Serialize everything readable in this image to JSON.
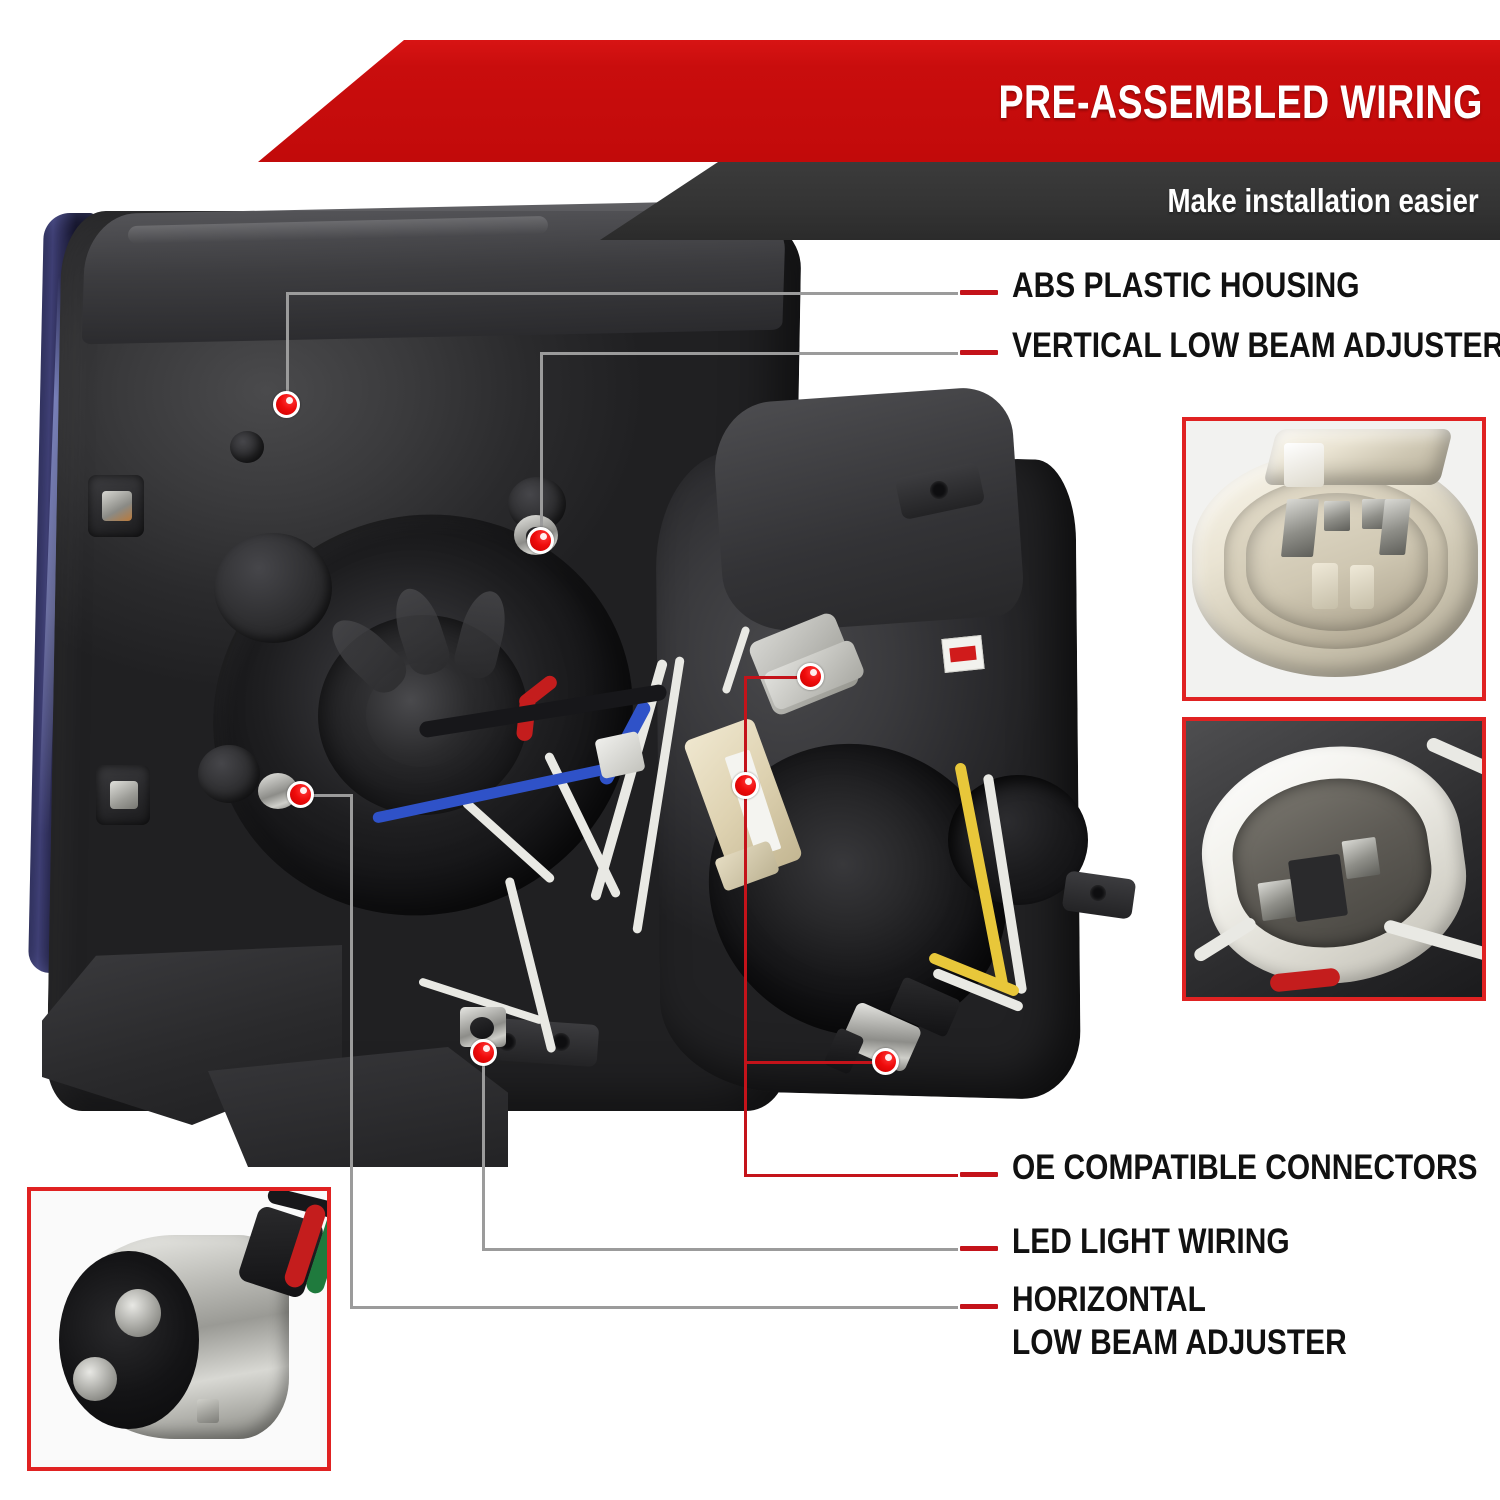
{
  "header": {
    "title": "PRE-ASSEMBLED WIRING",
    "subtitle": "Make installation easier",
    "red_color": "#c90d0d",
    "dark_color": "#333333"
  },
  "callouts": [
    {
      "id": "abs-plastic-housing",
      "label": "ABS PLASTIC HOUSING",
      "label2": ""
    },
    {
      "id": "vertical-low-beam-adjuster",
      "label": "VERTICAL LOW BEAM ADJUSTER",
      "label2": ""
    },
    {
      "id": "oe-compatible-connectors",
      "label": "OE COMPATIBLE CONNECTORS",
      "label2": ""
    },
    {
      "id": "led-light-wiring",
      "label": "LED LIGHT WIRING",
      "label2": ""
    },
    {
      "id": "horizontal-low-beam-adjuster",
      "label": "HORIZONTAL",
      "label2": "LOW BEAM ADJUSTER"
    }
  ],
  "insets": [
    {
      "id": "male-bulb-connector-photo",
      "caption": ""
    },
    {
      "id": "female-socket-connector-photo",
      "caption": ""
    },
    {
      "id": "bayonet-bulb-socket-photo",
      "caption": ""
    }
  ],
  "product": {
    "name": "headlight-assembly",
    "accent_color": "#c4131a",
    "marker_color": "#ef0b0b"
  }
}
